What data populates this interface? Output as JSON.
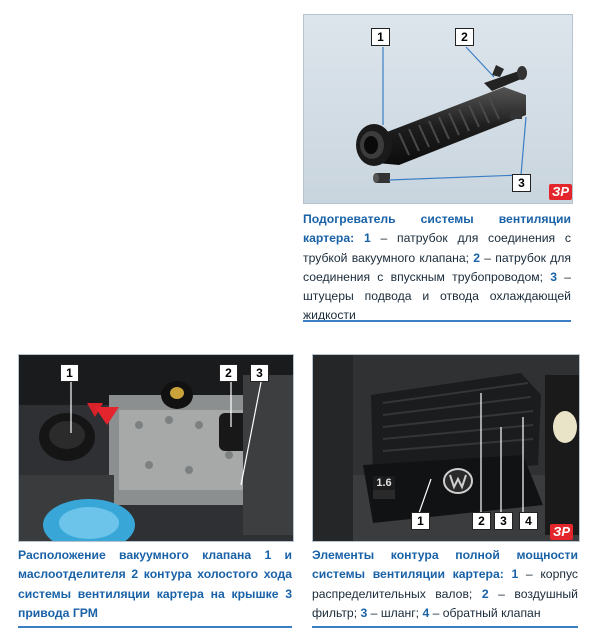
{
  "badge": "ЗР",
  "figure_top": {
    "callouts": [
      "1",
      "2",
      "3"
    ],
    "caption": {
      "title": "Подогреватель системы вентиляции картера:",
      "parts": [
        {
          "n": "1",
          "text": " – патрубок для соединения с трубкой вакуумного клапана; "
        },
        {
          "n": "2",
          "text": " – патрубок для соединения с впускным трубопроводом; "
        },
        {
          "n": "3",
          "text": " – штуцеры подвода и отвода охлаждающей жидкости"
        }
      ]
    }
  },
  "figure_left": {
    "callouts": [
      "1",
      "2",
      "3"
    ],
    "caption": "Расположение вакуумного клапана 1 и маслоотделителя 2 контура холостого хода системы вентиляции картера на крышке 3 привода ГРМ"
  },
  "figure_right": {
    "callouts": [
      "1",
      "2",
      "3",
      "4"
    ],
    "engine_label": "1.6",
    "caption": {
      "title": "Элементы контура полной мощности системы вентиляции картера:",
      "parts": [
        {
          "n": "1",
          "text": " – корпус распределительных валов; "
        },
        {
          "n": "2",
          "text": " – воздушный фильтр; "
        },
        {
          "n": "3",
          "text": " – шланг; "
        },
        {
          "n": "4",
          "text": " – обратный клапан"
        }
      ]
    }
  }
}
